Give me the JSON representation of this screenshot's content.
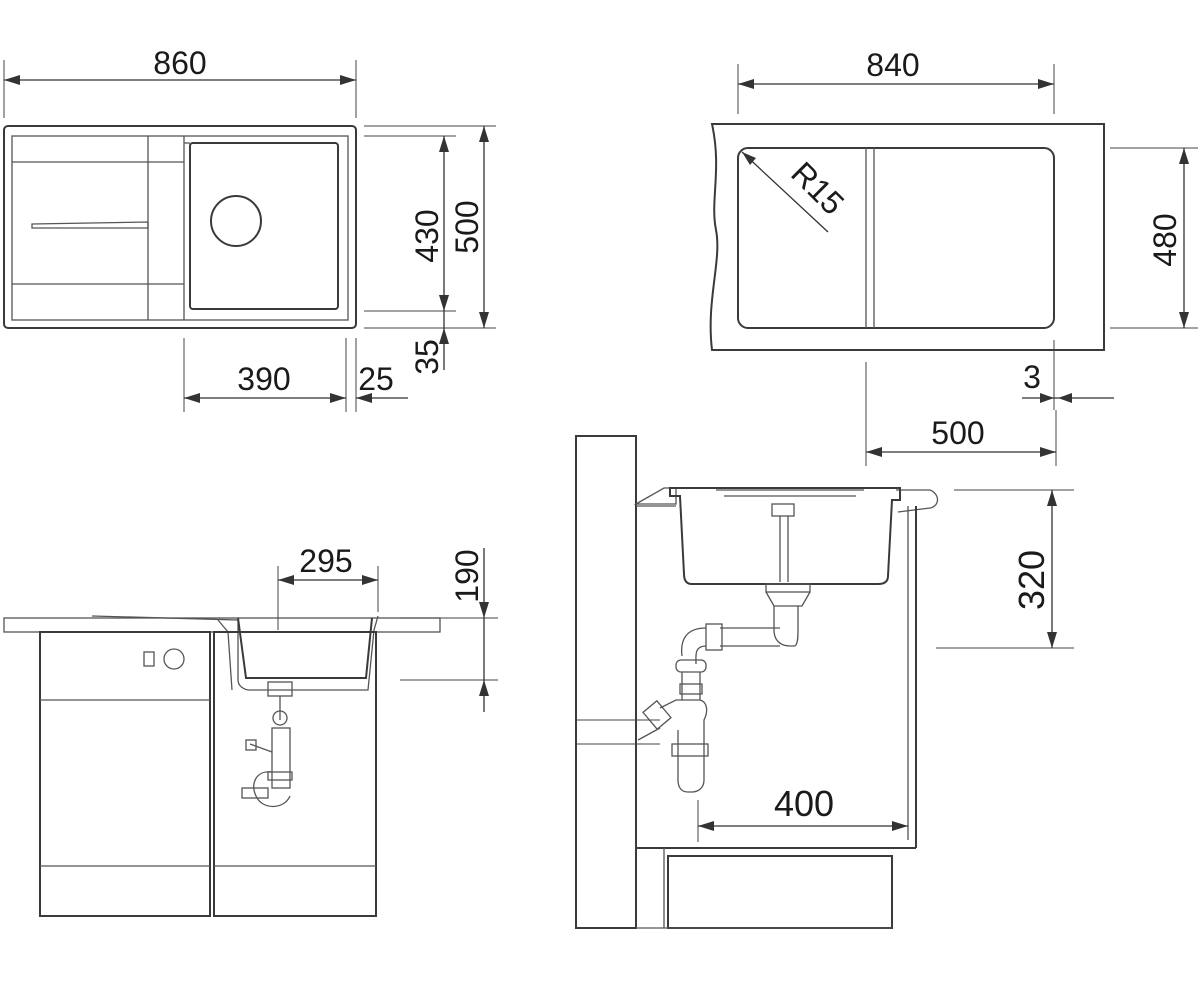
{
  "dimensions": {
    "top_left": {
      "width": "860",
      "depth": "500",
      "bowl_depth": "430",
      "edge": "35",
      "bowl_width": "390",
      "rim": "25"
    },
    "top_right": {
      "width": "840",
      "radius": "R15",
      "depth": "480",
      "overhang": "3",
      "cabinet_width": "500"
    },
    "bottom_left": {
      "bowl_inner": "295",
      "bowl_height": "190"
    },
    "bottom_right": {
      "height": "320",
      "drain_distance": "400"
    }
  },
  "colors": {
    "line": "#3a3a3a",
    "hatch": "#555555",
    "text": "#1a1a1a",
    "background": "#ffffff"
  }
}
